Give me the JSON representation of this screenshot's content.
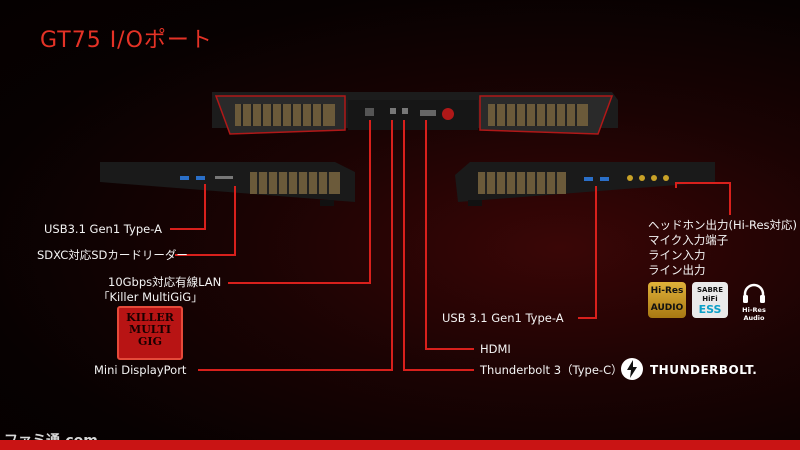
{
  "title": "GT75 I/Oポート",
  "labels": {
    "usb_left": "USB3.1 Gen1 Type-A",
    "sdxc": "SDXC対応SDカードリーダー",
    "lan_line1": "10Gbps対応有線LAN",
    "lan_line2": "「Killer MultiGiG」",
    "mini_dp": "Mini DisplayPort",
    "usb_right": "USB 3.1 Gen1 Type-A",
    "hdmi": "HDMI",
    "thunderbolt": "Thunderbolt 3（Type-C）",
    "audio_line1": "ヘッドホン出力(Hi-Res対応)",
    "audio_line2": "マイク入力端子",
    "audio_line3": "ライン入力",
    "audio_line4": "ライン出力"
  },
  "logos": {
    "killer_1": "KILLER",
    "killer_2": "MULTI",
    "killer_3": "GIG",
    "hires_1": "Hi-Res",
    "hires_2": "AUDIO",
    "sabre_1": "SABRE",
    "sabre_2": "HiFi",
    "sabre_3": "ESS",
    "hires_audio": "Hi-Res Audio",
    "thunderbolt": "THUNDERBOLT."
  },
  "watermark": "ファミ通.com",
  "colors": {
    "accent": "#e53226",
    "line": "#d8201c",
    "bar": "#c91414"
  }
}
